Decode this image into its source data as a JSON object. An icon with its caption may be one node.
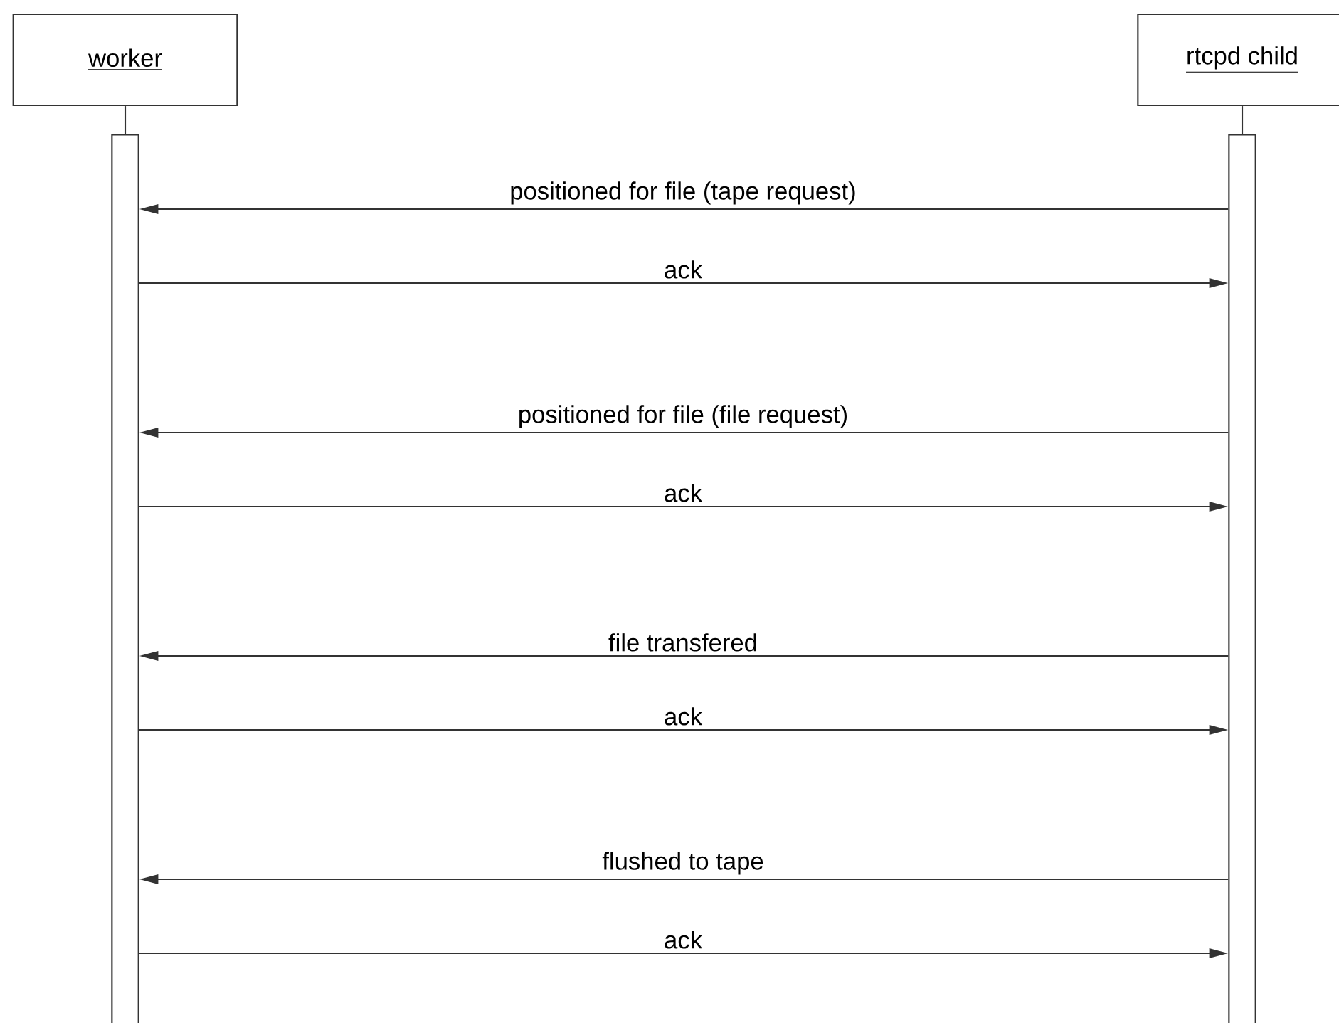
{
  "diagram": {
    "nodes": [
      {
        "text": [
          "worker"
        ]
      },
      {
        "text": [
          "rtcpd child"
        ]
      },
      {
        "text": [],
        "shape": "bar"
      },
      {
        "text": [],
        "shape": "bar"
      }
    ],
    "edges": [
      {
        "from": 0,
        "to": 2,
        "arrow": "none"
      },
      {
        "from": 1,
        "to": 3,
        "arrow": "none"
      },
      {
        "from": 3,
        "to": 2,
        "arrow": "to",
        "label": "positioned for file (tape request)"
      },
      {
        "from": 2,
        "to": 3,
        "arrow": "to",
        "label": "ack"
      },
      {
        "from": 3,
        "to": 2,
        "arrow": "to",
        "label": "positioned for file (file request)"
      },
      {
        "from": 2,
        "to": 3,
        "arrow": "to",
        "label": "ack"
      },
      {
        "from": 3,
        "to": 2,
        "arrow": "to",
        "label": "file transfered"
      },
      {
        "from": 2,
        "to": 3,
        "arrow": "to",
        "label": "ack"
      },
      {
        "from": 3,
        "to": 2,
        "arrow": "to",
        "label": "flushed to tape"
      },
      {
        "from": 2,
        "to": 3,
        "arrow": "to",
        "label": "ack"
      }
    ]
  }
}
